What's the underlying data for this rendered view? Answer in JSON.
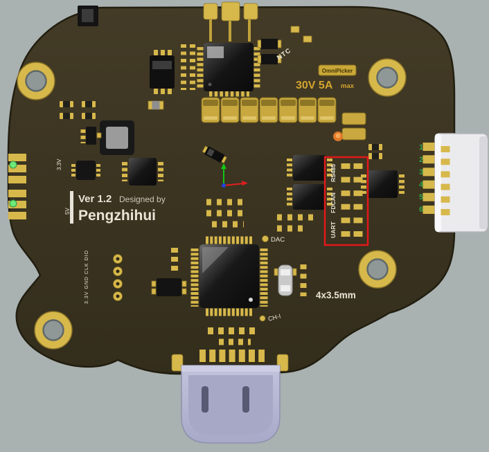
{
  "colors": {
    "background": "#a9b2b1",
    "board": "#3a3322",
    "pad_gold": "#d7b84b",
    "annotation_red": "#e11818",
    "pin_number_green": "#34a24a",
    "rating_gold": "#d4a52f"
  },
  "board": {
    "plate_label": "OmniPicker",
    "rating": "30V 5A",
    "rating_unit": "max",
    "ntc_label": "NTC",
    "version": "Ver 1.2",
    "designed_by": "Designed by",
    "author": "Pengzhihui",
    "v33_label": "3.3V",
    "v5_label": "5V",
    "dac_label": "DAC",
    "ch1_label": "CH-I",
    "mount_spec": "4x3.5mm",
    "debug_labels": "3.3V GND CLK DIO",
    "interfaces": [
      {
        "label": "RS485"
      },
      {
        "label": "FDCAN"
      },
      {
        "label": "UART"
      }
    ],
    "connector_pins": [
      {
        "n": "1"
      },
      {
        "n": "2"
      },
      {
        "n": "3"
      },
      {
        "n": "4"
      },
      {
        "n": "5"
      },
      {
        "n": "6"
      }
    ]
  }
}
